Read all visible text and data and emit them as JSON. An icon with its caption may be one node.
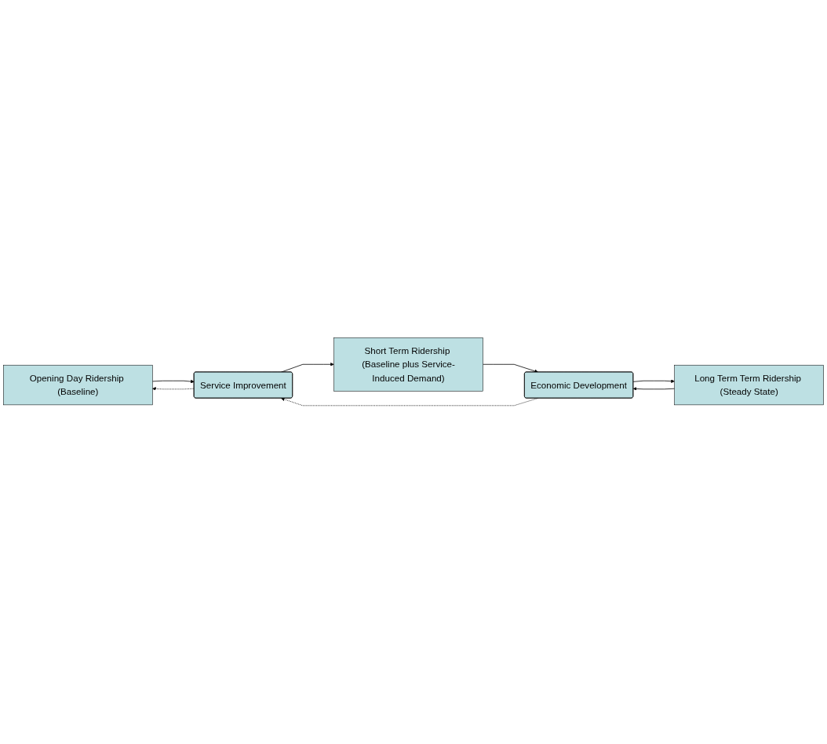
{
  "diagram": {
    "nodes": [
      {
        "text": [
          "Opening Day Ridership (Baseline)"
        ]
      },
      {
        "text": [
          "Service Improvement"
        ]
      },
      {
        "text": [
          "Short Term Ridership (Baseline plus Service-Induced Demand)"
        ]
      },
      {
        "text": [
          "Economic Development"
        ]
      },
      {
        "text": [
          "Long Term Term Ridership (Steady State)"
        ]
      }
    ],
    "edges": [
      {
        "from": 0,
        "to": 1,
        "arrow": "to"
      },
      {
        "from": 1,
        "to": 0,
        "arrow": "to",
        "style": "dashed"
      },
      {
        "from": 1,
        "to": 2,
        "arrow": "to"
      },
      {
        "from": 2,
        "to": 3,
        "arrow": "to"
      },
      {
        "from": 3,
        "to": 4,
        "arrow": "to"
      },
      {
        "from": 3,
        "to": 1,
        "arrow": "to",
        "style": "dashed"
      },
      {
        "from": 4,
        "to": 3,
        "arrow": "to"
      }
    ]
  }
}
